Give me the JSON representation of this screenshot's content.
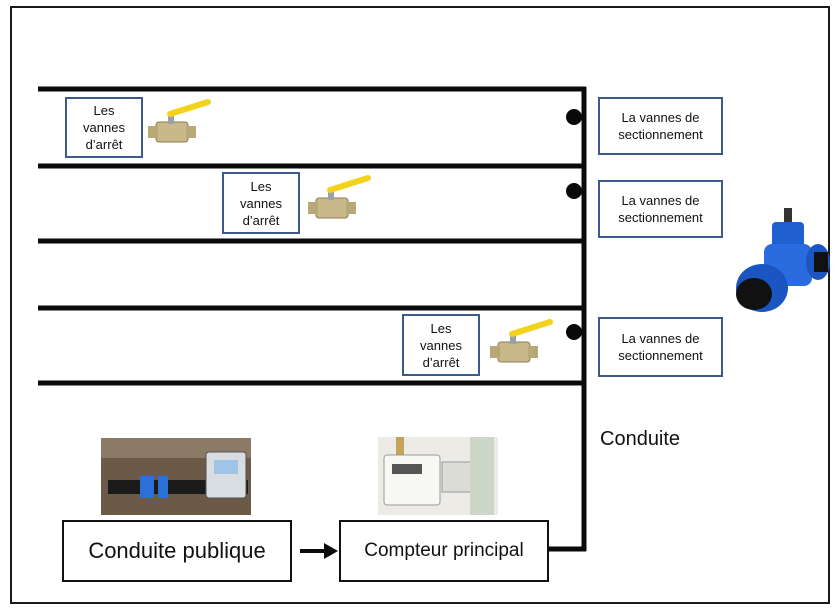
{
  "shutoff_valve_labels": [
    [
      "Les",
      "vannes",
      "d’arrêt"
    ],
    [
      "Les",
      "vannes",
      "d’arrêt"
    ],
    [
      "Les",
      "vannes",
      "d’arrêt"
    ]
  ],
  "sectioning_valve_labels": [
    [
      "La vannes de",
      "sectionnement"
    ],
    [
      "La vannes de",
      "sectionnement"
    ],
    [
      "La vannes de",
      "sectionnement"
    ]
  ],
  "conduit_label": "Conduite",
  "public_pipe_label": "Conduite publique",
  "main_meter_label": "Compteur principal",
  "colors": {
    "pipe": "#0a0a0a",
    "label_border": "#3e5a8a",
    "ball_valve_handle": "#f2d21b",
    "ball_valve_body": "#c9b98a",
    "gate_valve": "#1f5fd0"
  }
}
